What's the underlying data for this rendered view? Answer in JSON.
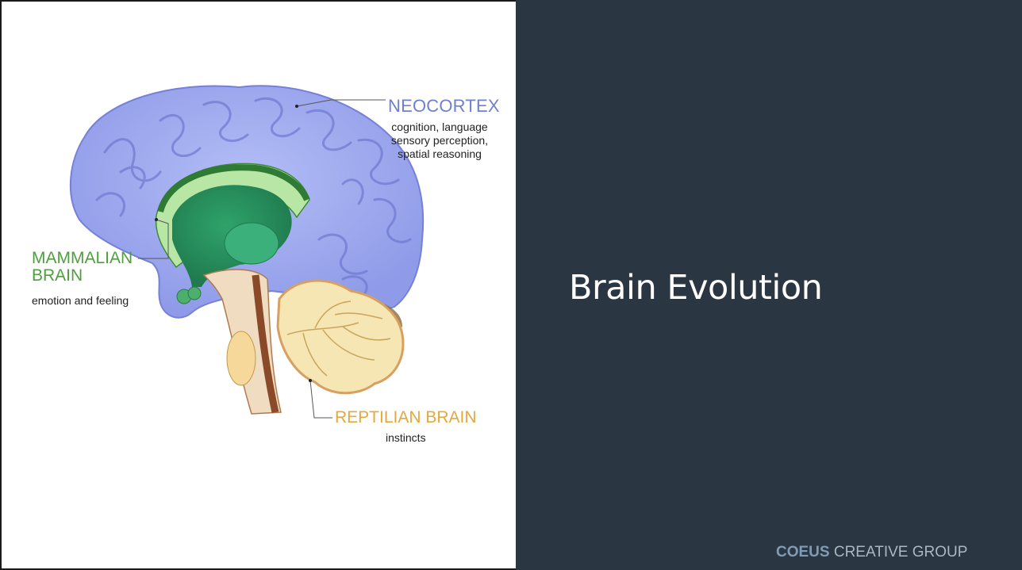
{
  "slide": {
    "title": "Brain Evolution",
    "brand": {
      "bold": "COEUS",
      "rest": " CREATIVE GROUP"
    },
    "colors": {
      "panel": "#2a3641",
      "neocortex": "#6f7fd1",
      "mammalian": "#4f9f3f",
      "reptilian": "#e5a83c"
    }
  },
  "diagram": {
    "neocortex": {
      "title": "NEOCORTEX",
      "desc": [
        "cognition, language",
        "sensory perception,",
        "spatial reasoning"
      ]
    },
    "mammalian": {
      "title": [
        "MAMMALIAN",
        "BRAIN"
      ],
      "desc": "emotion and feeling"
    },
    "reptilian": {
      "title": "REPTILIAN BRAIN",
      "desc": "instincts"
    }
  }
}
